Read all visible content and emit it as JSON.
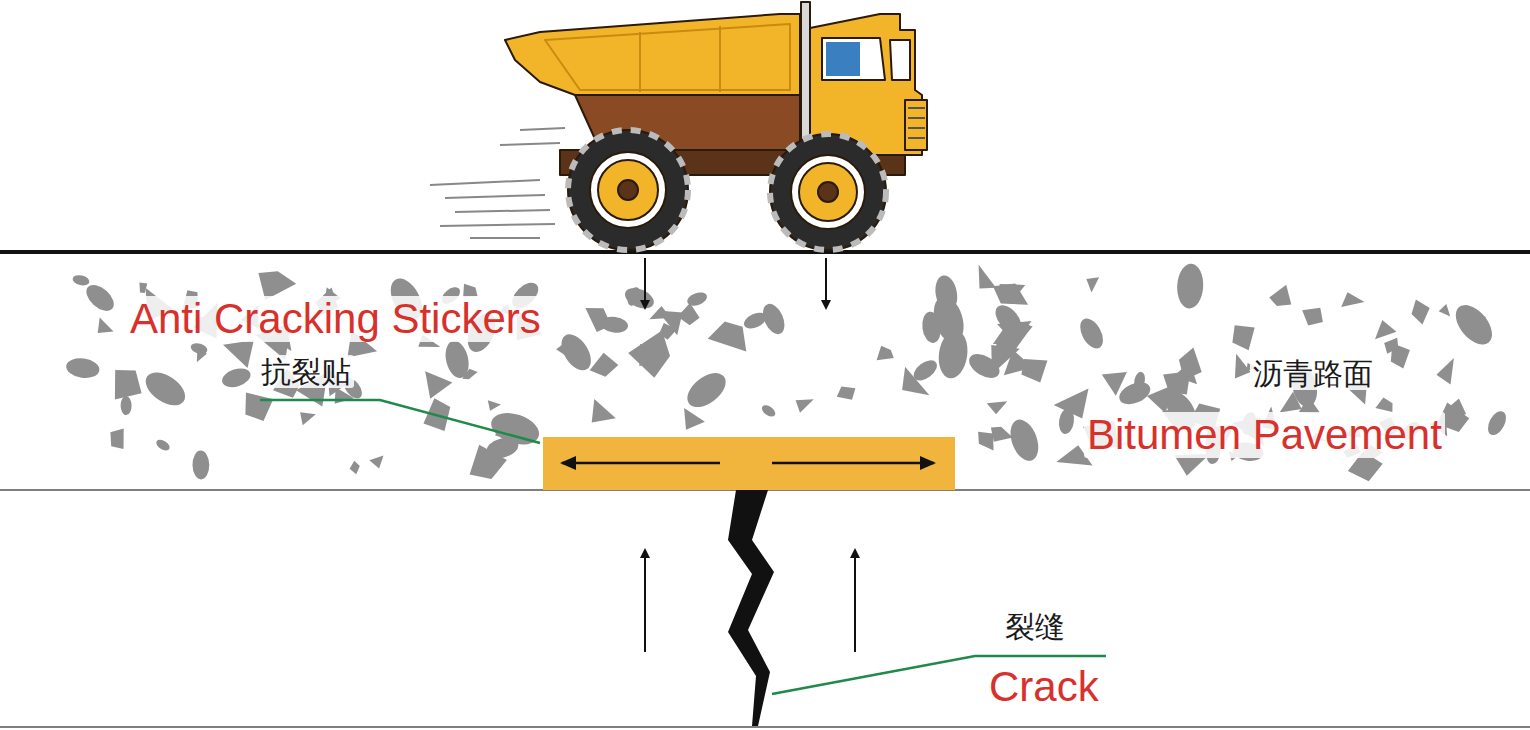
{
  "diagram": {
    "nodes": [
      {
        "text": [
          "沥青路面",
          "Bitumen Pavement"
        ]
      }
    ],
    "labels": [
      "Anti Cracking Stickers",
      "抗裂贴",
      "裂缝",
      "Crack"
    ]
  }
}
